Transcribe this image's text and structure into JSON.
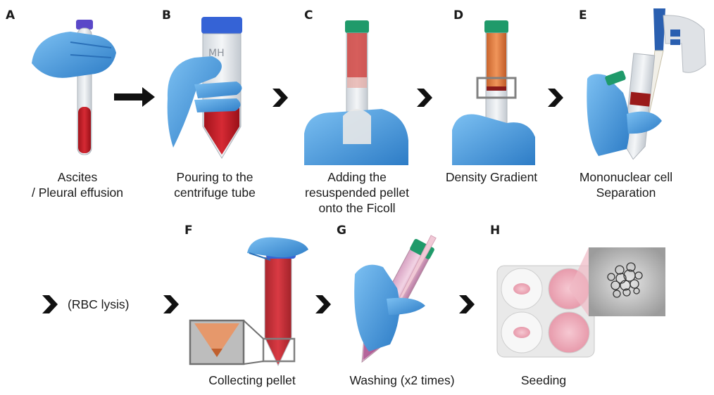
{
  "panels": [
    {
      "letter": "A",
      "caption": [
        "Ascites",
        "/ Pleural effusion"
      ]
    },
    {
      "letter": "B",
      "caption": [
        "Pouring to the",
        "centrifuge tube"
      ]
    },
    {
      "letter": "C",
      "caption": [
        "Adding the",
        "resuspended pellet",
        "onto the Ficoll"
      ]
    },
    {
      "letter": "D",
      "caption": [
        "Density Gradient"
      ]
    },
    {
      "letter": "E",
      "caption": [
        "Mononuclear cell",
        "Separation"
      ]
    },
    {
      "letter": "F",
      "caption": [
        "Collecting pellet"
      ]
    },
    {
      "letter": "G",
      "caption": [
        "Washing (x2 times)"
      ]
    },
    {
      "letter": "H",
      "caption": [
        "Seeding"
      ]
    }
  ],
  "optional_step": "(RBC lysis)",
  "colors": {
    "glove": "#4a9fe0",
    "glove_dark": "#2f7ec4",
    "blood": "#c0202a",
    "ficoll_orange": "#e07a3a",
    "cap_blue": "#3563d6",
    "cap_green": "#1f9a6a",
    "arrow": "#111111"
  }
}
